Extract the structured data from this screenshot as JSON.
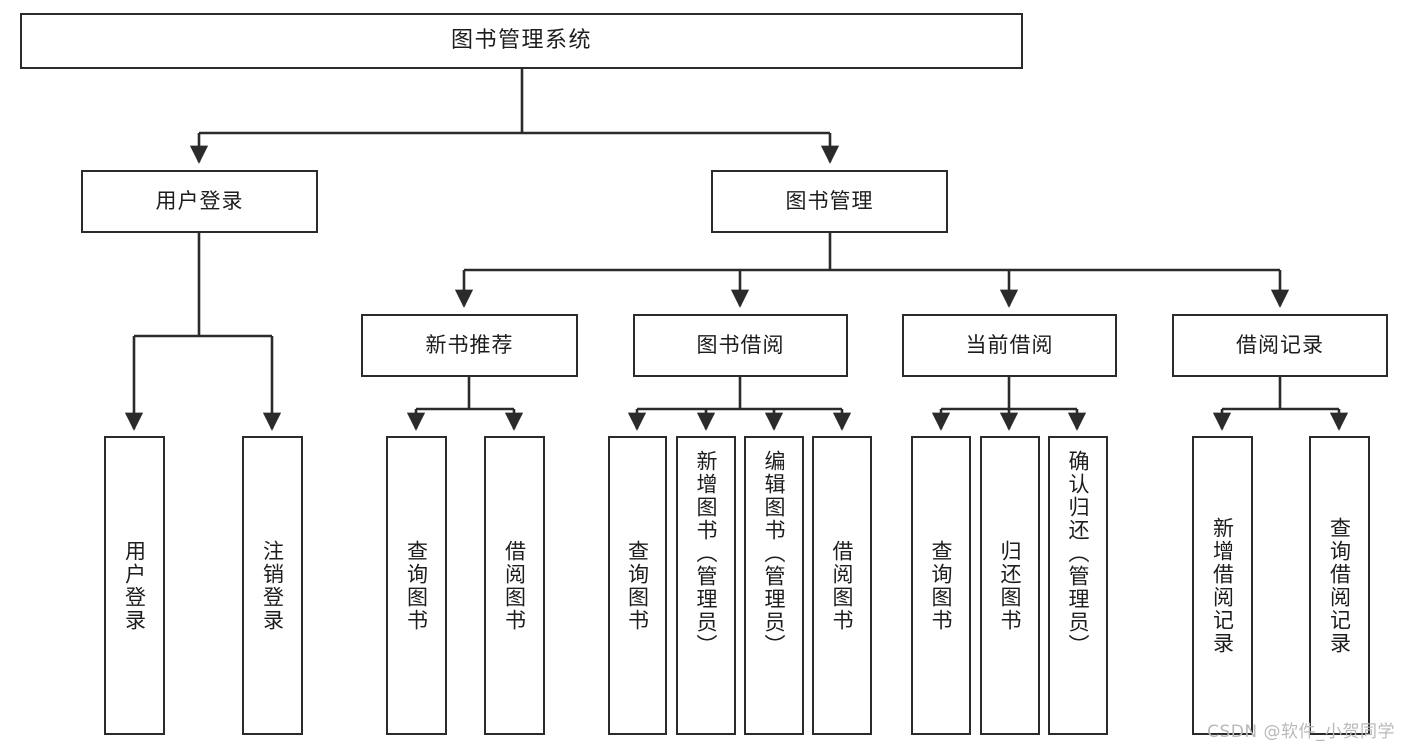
{
  "diagram": {
    "title": "图书管理系统",
    "type": "hierarchy-block-diagram",
    "root": {
      "label": "图书管理系统"
    },
    "level1": [
      {
        "label": "用户登录"
      },
      {
        "label": "图书管理"
      }
    ],
    "level2": [
      {
        "label": "新书推荐"
      },
      {
        "label": "图书借阅"
      },
      {
        "label": "当前借阅"
      },
      {
        "label": "借阅记录"
      }
    ],
    "leaves": {
      "user_login": [
        {
          "label": "用户登录"
        },
        {
          "label": "注销登录"
        }
      ],
      "new_book_recommend": [
        {
          "label": "查询图书"
        },
        {
          "label": "借阅图书"
        }
      ],
      "book_borrow": [
        {
          "label": "查询图书"
        },
        {
          "label": "新增图书（管理员）"
        },
        {
          "label": "编辑图书（管理员）"
        },
        {
          "label": "借阅图书"
        }
      ],
      "current_borrow": [
        {
          "label": "查询图书"
        },
        {
          "label": "归还图书"
        },
        {
          "label": "确认归还（管理员）"
        }
      ],
      "borrow_record": [
        {
          "label": "新增借阅记录"
        },
        {
          "label": "查询借阅记录"
        }
      ]
    }
  },
  "watermark": {
    "text": "CSDN @软件_小贺同学"
  },
  "colors": {
    "border": "#2b2b2b",
    "text": "#1d1d1d",
    "background": "#ffffff",
    "watermark": "#b9b9b9"
  }
}
